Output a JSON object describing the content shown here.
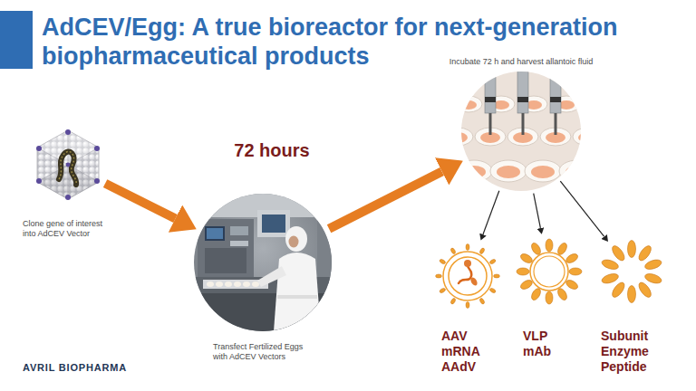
{
  "diagram": {
    "title": "AdCEV/Egg: A true bioreactor for next-generation biopharmaceutical products",
    "nodes": [
      {
        "text": [
          "Clone gene of interest into AdCEV Vector"
        ]
      },
      {
        "text": [
          "Transfect Fertilized Eggs with AdCEV Vectors"
        ]
      },
      {
        "text": [
          "Incubate 72 h and harvest allantoic fluid"
        ]
      },
      {
        "text": [
          "AAV mRNA AAdV"
        ]
      },
      {
        "text": [
          "VLP mAb"
        ]
      },
      {
        "text": [
          "Subunit Enzyme Peptide"
        ]
      }
    ],
    "edges": [
      {
        "from": 0,
        "to": 1,
        "arrow": "to"
      },
      {
        "from": 1,
        "to": 2,
        "arrow": "to"
      },
      {
        "from": 2,
        "to": 3,
        "arrow": "to"
      },
      {
        "from": 2,
        "to": 4,
        "arrow": "to"
      },
      {
        "from": 2,
        "to": 5,
        "arrow": "to"
      }
    ],
    "labels": [
      "72 hours",
      "AVRIL BIOPHARMA"
    ]
  }
}
